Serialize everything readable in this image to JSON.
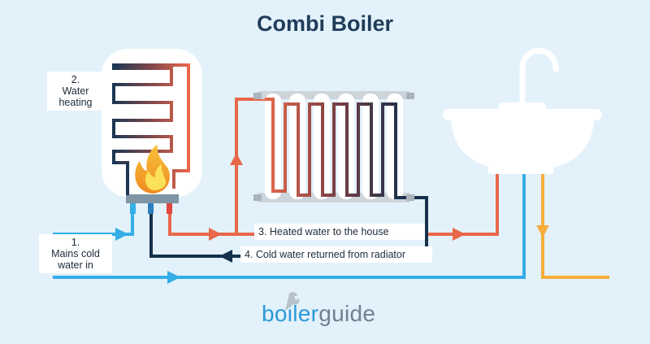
{
  "title": "Combi Boiler",
  "labels": {
    "water_heating": [
      "2.",
      "Water",
      "heating"
    ],
    "mains_cold": [
      "1.",
      "Mains cold",
      "water in"
    ],
    "heated_water": "3. Heated water to the house",
    "cold_returned": "4. Cold water returned from radiator"
  },
  "logo": {
    "part1": "boiler",
    "part2": "guide"
  },
  "colors": {
    "background": "#e3f1fa",
    "hot_pipe": "#e8684a",
    "cold_pipe": "#35ade5",
    "return_pipe": "#15314c",
    "tap_water": "#f6ad3b",
    "appliance_white": "#ffffff",
    "radiator_grey": "#d4dadf",
    "title": "#1f3c5a"
  }
}
